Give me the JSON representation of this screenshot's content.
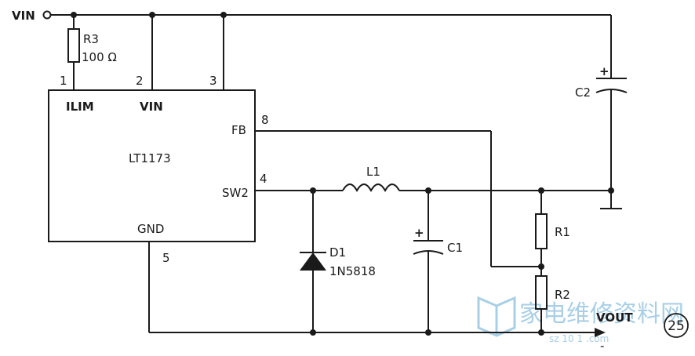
{
  "labels": {
    "vin_terminal": "VIN",
    "r3_name": "R3",
    "r3_value": "100 Ω",
    "ic_part": "LT1173",
    "ilim": "ILIM",
    "vin_pin": "VIN",
    "fb": "FB",
    "sw2": "SW2",
    "gnd": "GND",
    "pin1": "1",
    "pin2": "2",
    "pin3": "3",
    "pin4": "4",
    "pin5": "5",
    "pin8": "8",
    "l1": "L1",
    "d1_name": "D1",
    "d1_part": "1N5818",
    "c1": "C1",
    "c1_plus": "+",
    "c2": "C2",
    "c2_plus": "+",
    "r1": "R1",
    "r2": "R2",
    "vout": "VOUT",
    "vout_minus": "-",
    "figure_number": "25"
  },
  "watermark": {
    "text": "家电维修资料网",
    "url": "sz 10 1 .com"
  },
  "colors": {
    "ink": "#1a1a1a",
    "watermark": "#a9cfe6"
  }
}
